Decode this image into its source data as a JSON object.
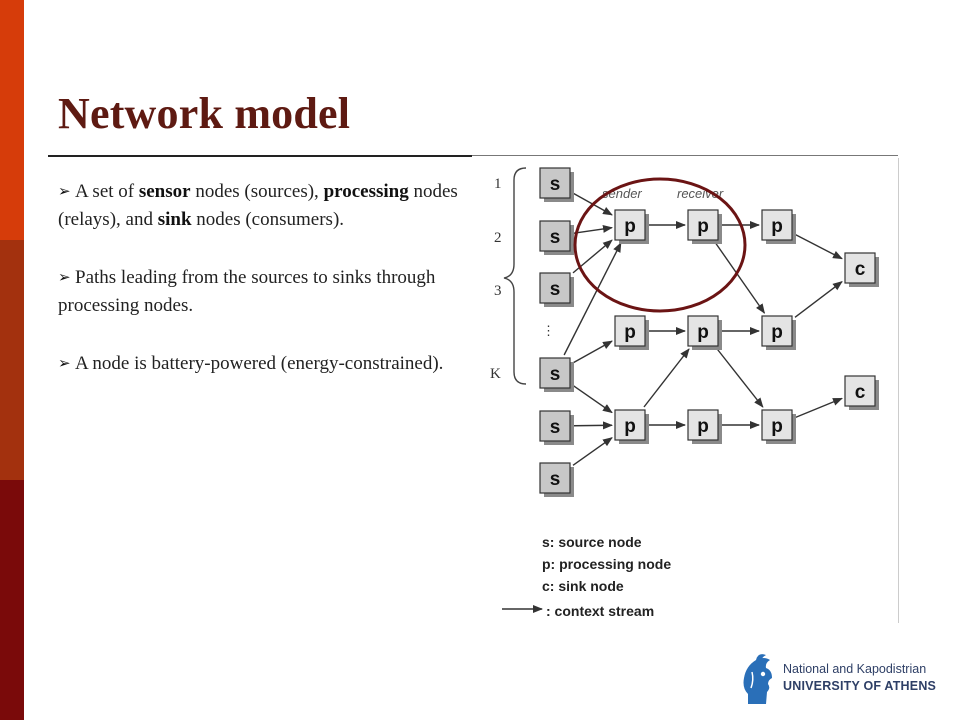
{
  "slide": {
    "title": "Network model",
    "bullets": [
      {
        "parts": [
          {
            "text": "A set of ",
            "bold": false
          },
          {
            "text": "sensor",
            "bold": true
          },
          {
            "text": " nodes (sources), ",
            "bold": false
          },
          {
            "text": "processing",
            "bold": true
          },
          {
            "text": " nodes (relays), and ",
            "bold": false
          },
          {
            "text": "sink",
            "bold": true
          },
          {
            "text": " nodes (consumers).",
            "bold": false
          }
        ]
      },
      {
        "parts": [
          {
            "text": "Paths leading from the sources to sinks through processing nodes.",
            "bold": false
          }
        ]
      },
      {
        "parts": [
          {
            "text": "A node is battery-powered (energy-constrained).",
            "bold": false
          }
        ]
      }
    ]
  },
  "diagram": {
    "row_labels": [
      "1",
      "2",
      "3",
      "⋮",
      "K"
    ],
    "node_letters": {
      "source": "s",
      "processing": "p",
      "sink": "c"
    },
    "sender_label": "sender",
    "receiver_label": "receiver",
    "legend": [
      "s: source node",
      "p: processing node",
      "c: sink node",
      ": context stream"
    ],
    "colors": {
      "highlight_circle": "#6b1414",
      "node_fill_source": "#c8c8c8",
      "node_fill_other": "#e4e4e4"
    }
  },
  "footer": {
    "logo_line1": "National and Kapodistrian",
    "logo_line2": "UNIVERSITY OF ATHENS",
    "logo_icon": "athena-head-icon"
  }
}
